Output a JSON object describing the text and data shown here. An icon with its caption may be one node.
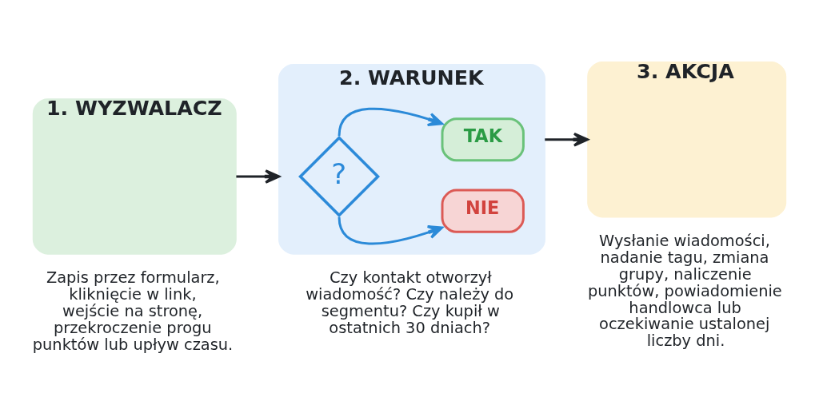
{
  "diagram": {
    "nodes": [
      {
        "text": [
          "1. WYZWALACZ"
        ],
        "beside": [
          "Zapis przez formularz, kliknięcie w link, wejście na stronę, przekroczenie progu punktów lub upływ czasu."
        ]
      },
      {
        "text": [
          "2. WARUNEK"
        ],
        "beside": [
          "Czy kontakt otworzył wiadomość? Czy należy do segmentu? Czy kupił w ostatnich 30 dniach?"
        ]
      },
      {
        "text": [
          "?"
        ],
        "in": 1
      },
      {
        "text": [
          "TAK"
        ],
        "in": 1
      },
      {
        "text": [
          "NIE"
        ],
        "in": 1
      },
      {
        "text": [
          "3. AKCJA"
        ],
        "beside": [
          "Wysłanie wiadomości, nadanie tagu, zmiana grupy, naliczenie punktów, powiadomienie handlowca lub oczekiwanie ustalonej liczby dni."
        ]
      }
    ],
    "edges": [
      {
        "from": 0,
        "to": 1,
        "arrow": "to"
      },
      {
        "from": 1,
        "to": 5,
        "arrow": "to"
      },
      {
        "from": 2,
        "to": 3,
        "arrow": "to",
        "color": "#2b8ad8"
      },
      {
        "from": 2,
        "to": 4,
        "arrow": "to",
        "color": "#2b8ad8"
      }
    ]
  }
}
